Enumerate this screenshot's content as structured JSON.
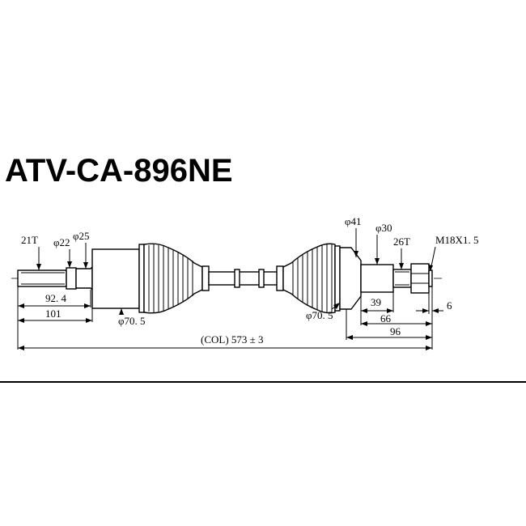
{
  "part_number": "ATV-CA-896NE",
  "dimensions": {
    "spline_left": "21T",
    "dia_22": "φ22",
    "dia_25": "φ25",
    "len_92_4": "92. 4",
    "len_101": "101",
    "dia_70_5_left": "φ70. 5",
    "dia_70_5_right": "φ70. 5",
    "dia_41": "φ41",
    "dia_30": "φ30",
    "spline_right": "26T",
    "thread": "M18X1. 5",
    "len_39": "39",
    "len_66": "66",
    "len_6": "6",
    "len_96": "96",
    "overall": "(COL) 573 ± 3"
  }
}
